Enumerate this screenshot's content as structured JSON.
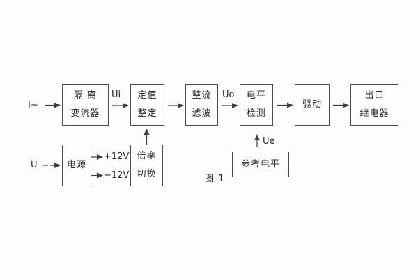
{
  "figure": {
    "caption": "图 1",
    "background_color": "#fdfdfd",
    "line_color": "#3f3f3f",
    "text_color": "#2b2b2b"
  },
  "blocks": {
    "isolation": {
      "lines": [
        "隔 离",
        "变流器"
      ]
    },
    "setting": {
      "lines": [
        "定值",
        "整定"
      ]
    },
    "rectifier": {
      "lines": [
        "整流",
        "滤波"
      ]
    },
    "level_detect": {
      "lines": [
        "电平",
        "检测"
      ]
    },
    "drive": {
      "lines": [
        "驱动"
      ]
    },
    "output_relay": {
      "lines": [
        "出口",
        "继电器"
      ]
    },
    "power": {
      "lines": [
        "电源"
      ]
    },
    "ratio_switch": {
      "lines": [
        "倍率",
        "切换"
      ]
    },
    "reference_level": {
      "lines": [
        "参考电平"
      ]
    }
  },
  "signals": {
    "input_current": "I~",
    "input_voltage": "U",
    "ui": "Ui",
    "uo": "Uo",
    "ue": "Ue",
    "plus_12v": "+12V",
    "minus_12v": "−12V"
  }
}
